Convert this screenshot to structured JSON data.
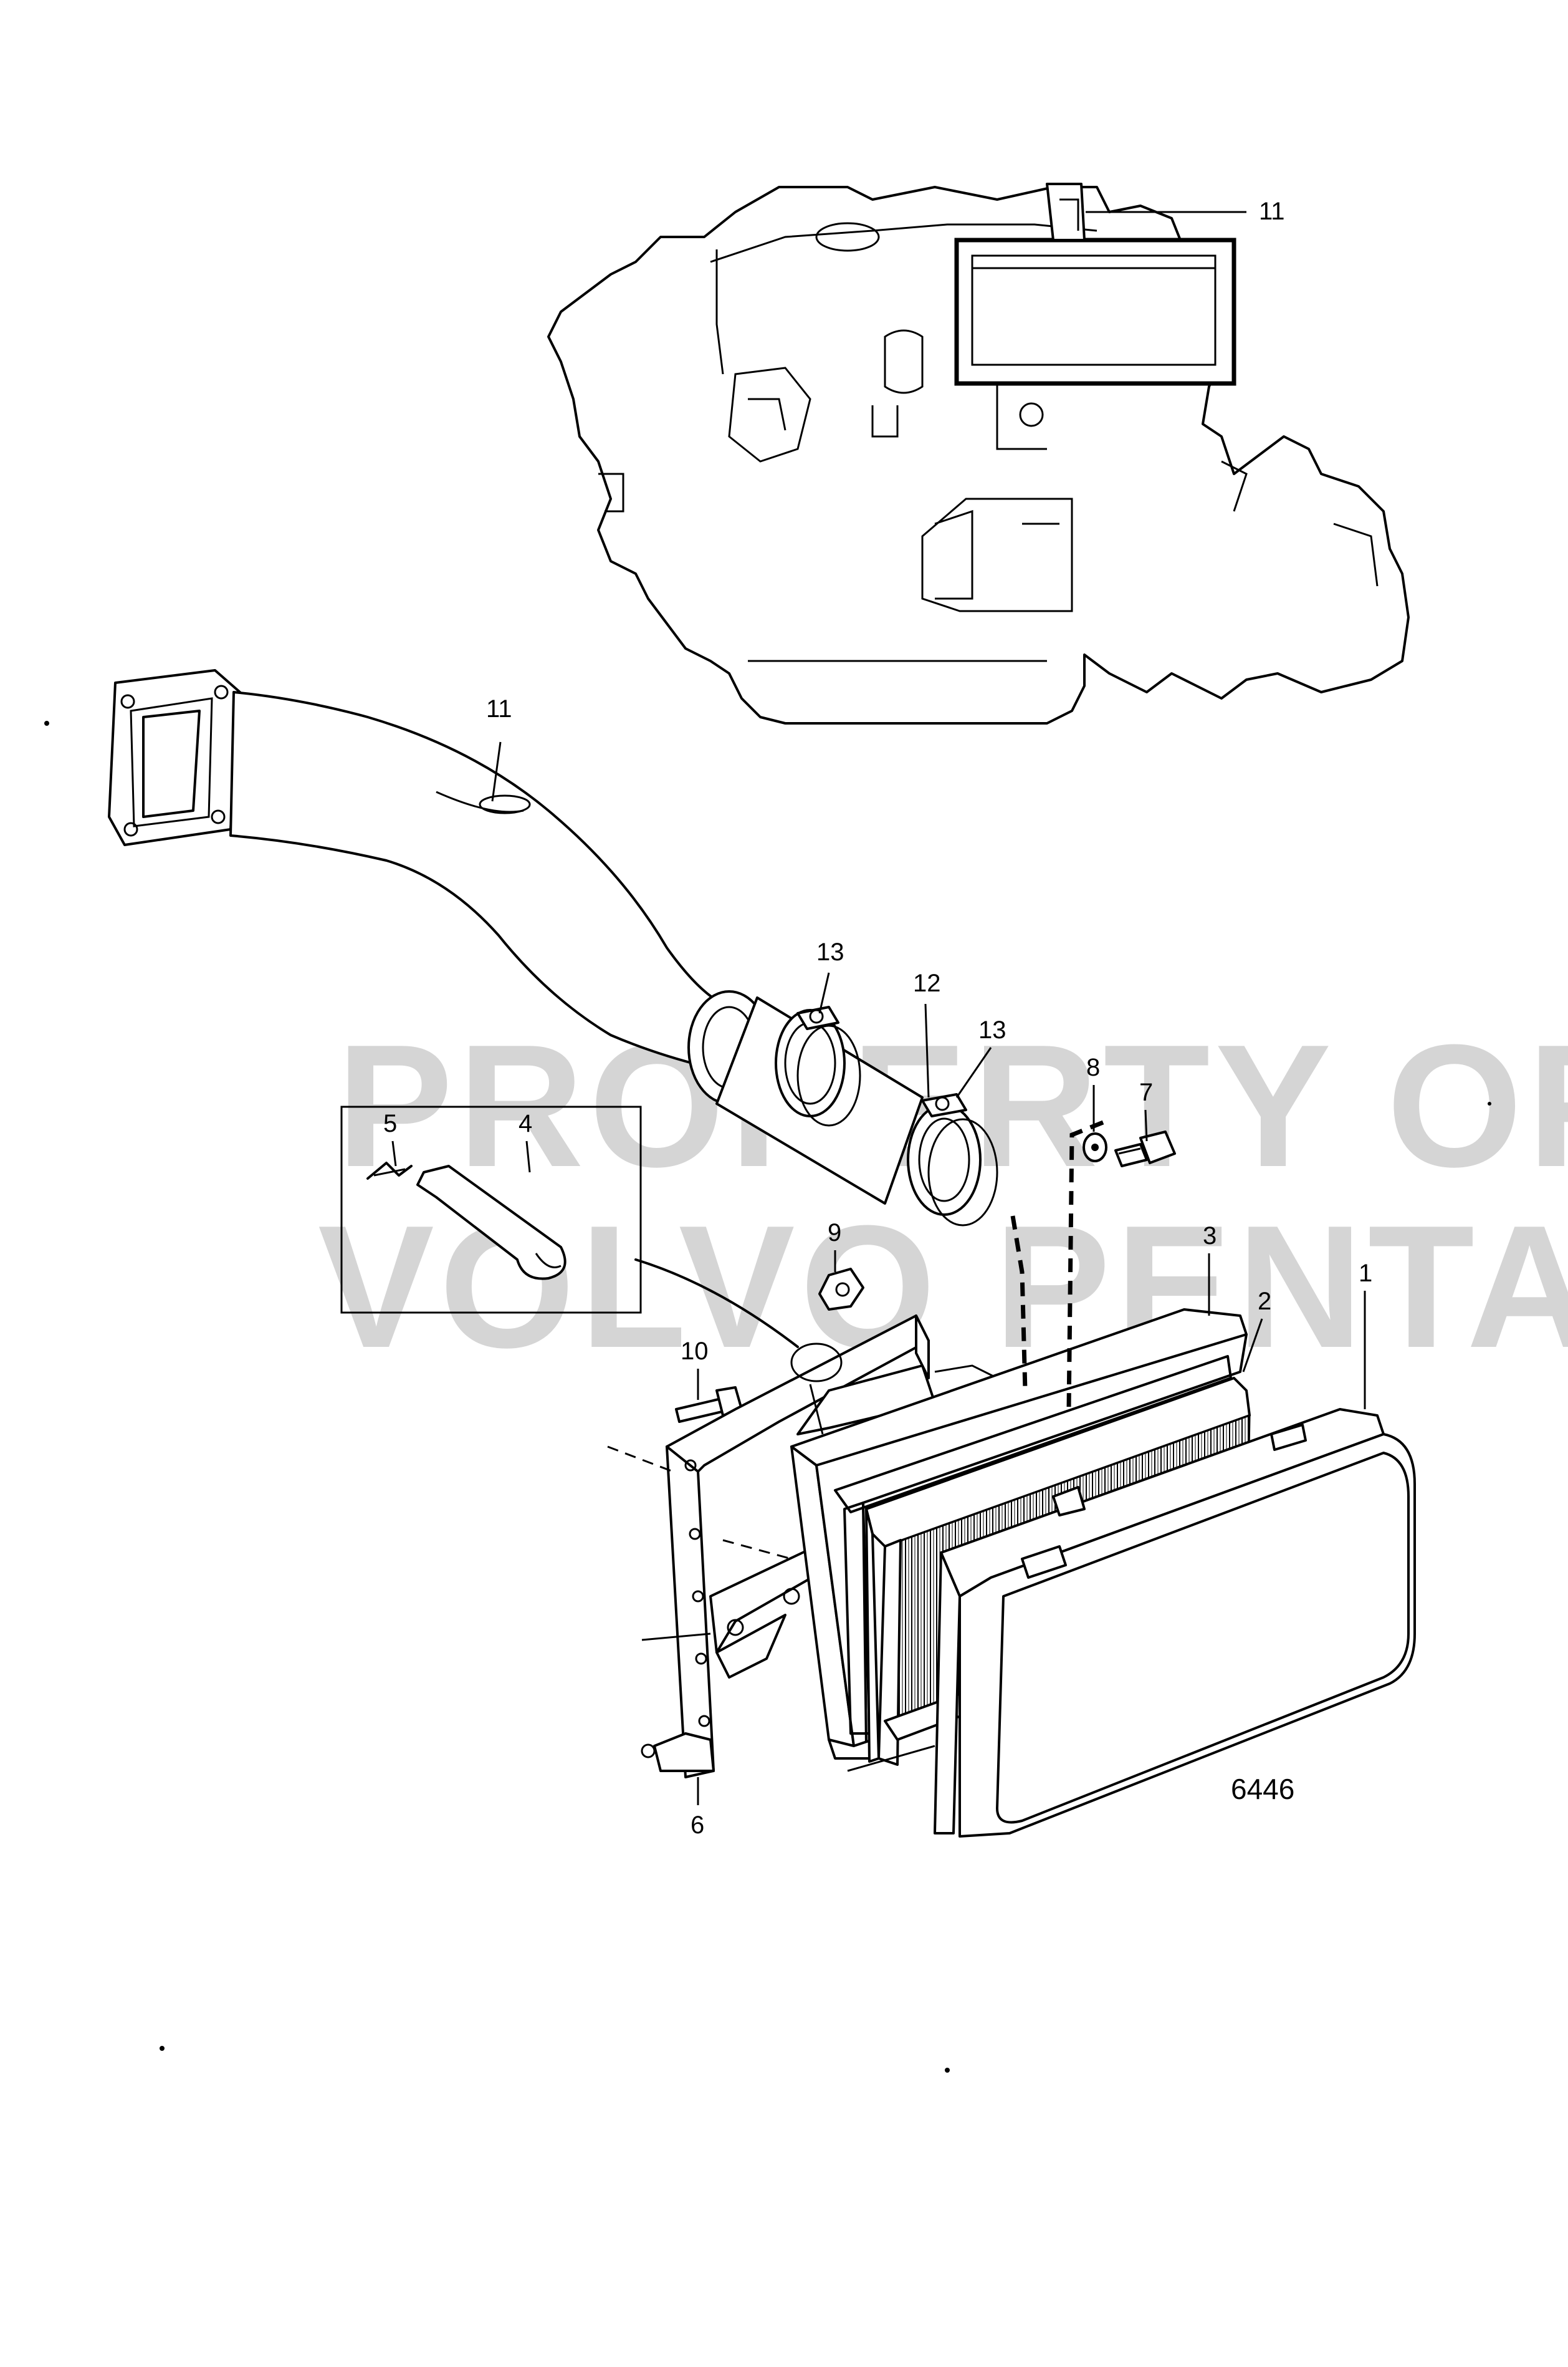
{
  "figure": {
    "drawing_number": "6446",
    "watermark_lines": [
      "PROPERTY OF",
      "VOLVO PENTA"
    ]
  },
  "callouts": [
    "1",
    "2",
    "3",
    "4",
    "5",
    "6",
    "7",
    "8",
    "9",
    "10",
    "11",
    "11",
    "12",
    "13",
    "13"
  ],
  "colors": {
    "line": "#000000",
    "background": "#ffffff",
    "watermark": "#c8c8c8"
  }
}
